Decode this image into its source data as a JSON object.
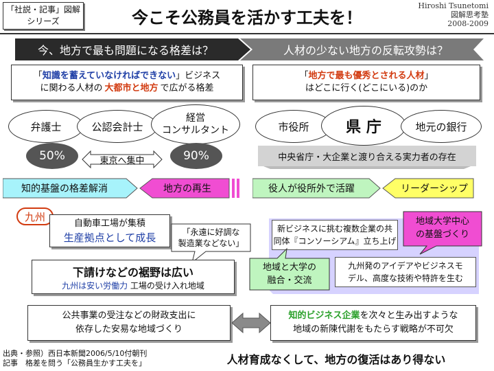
{
  "header": {
    "series_line1": "「社説・記事」図解",
    "series_line2": "シリーズ",
    "title": "今こそ公務員を活かす工夫を！",
    "author_line1": "Hiroshi Tsunetomi",
    "author_line2": "図解思考塾",
    "author_line3": "2008-2009"
  },
  "left": {
    "banner": "今、地方で最も問題になる格差は？",
    "box_part1": "「",
    "box_highlight1": "知識を蓄えていなければできない",
    "box_part2": "」ビジネス",
    "box_line2_pre": "に関わる人材の",
    "box_highlight2": "大都市と地方",
    "box_line2_post": "で広がる格差",
    "oval1": "弁護士",
    "oval2": "公認会計士",
    "oval3_line1": "経営",
    "oval3_line2": "コンサルタント",
    "pct1": "50%",
    "pct2": "90%",
    "center_label": "東京へ集中",
    "arrow_left": "知的基盤の格差解消",
    "arrow_right": "地方の再生"
  },
  "right": {
    "banner": "人材の少ない地方の反転攻勢は？",
    "box_line1_pre": "「",
    "box_highlight": "地方で最も優秀とされる人材",
    "box_line1_post": "」",
    "box_line2": "はどこに行く(どこにいる)のか",
    "oval1": "市役所",
    "oval2": "県 庁",
    "oval3": "地元の銀行",
    "bar": "中央省庁・大企業と渡り合える実力者の存在",
    "arrow_left": "役人が役所外で活躍",
    "arrow_right": "リーダーシップ"
  },
  "kyushu": {
    "label": "九州",
    "factory_line1": "自動車工場が集積",
    "factory_line2": "生産拠点として成長",
    "callout_line1": "「永遠に好調な",
    "callout_line2": "製造業などない」",
    "base_line1": "下請けなどの裾野は広い",
    "base_line2_blue": "九州は安い労働力",
    "base_line2_rest": "工場の受け入れ地域",
    "public_line1": "公共事業の受注などの財政支出に",
    "public_line2": "依存した安易な地域づくり"
  },
  "future": {
    "consortium_line1": "新ビジネスに挑む複数企業の共",
    "consortium_line2": "同体『コンソーシアム』立ち上げ",
    "univ_callout_line1": "地域大学中心",
    "univ_callout_line2": "の基盤づくり",
    "fusion_line1": "地域と大学の",
    "fusion_line2": "融合・交流",
    "ideas_line1": "九州発のアイデアやビジネスモ",
    "ideas_line2": "デル、高度な技術や特許を生む",
    "final_highlight": "知的ビジネス企業",
    "final_line1_rest": "を次々と生み出すような",
    "final_line2": "地域の新陳代謝をもたらす戦略が不可欠"
  },
  "footer": {
    "source_line1": "出典・参照）西日本新聞2006/5/10付朝刊",
    "source_line2": "記事　格差を問う「公務員生かす工夫を」",
    "conclusion": "人材育成なくして、地方の復活はあり得ない"
  },
  "colors": {
    "accent_blue": "#1f3fa6",
    "accent_red": "#d23b10",
    "cyan_arrow": "#a7f3fb",
    "magenta_arrow": "#f04dd2",
    "green_arrow": "#bff5bf",
    "yellow_arrow": "#ffff66",
    "lavender": "#d6d2ff"
  }
}
